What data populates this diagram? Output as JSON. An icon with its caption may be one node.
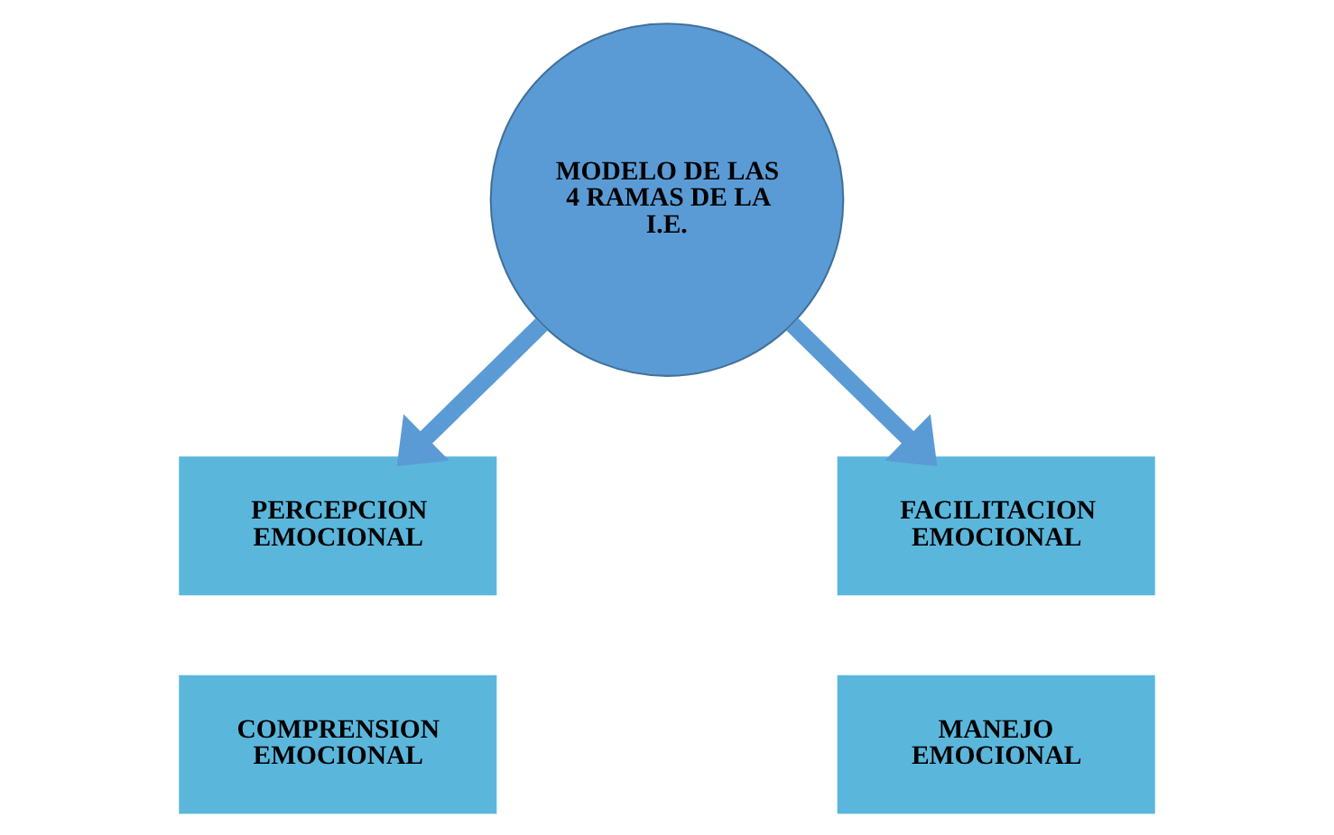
{
  "diagram": {
    "nodes": [
      {
        "text": [
          "MODELO DE LAS 4 RAMAS DE LA I.E."
        ]
      },
      {
        "text": [
          "PERCEPCION EMOCIONAL"
        ]
      },
      {
        "text": [
          "FACILITACION EMOCIONAL"
        ]
      },
      {
        "text": [
          "COMPRENSION EMOCIONAL"
        ]
      },
      {
        "text": [
          "MANEJO EMOCIONAL"
        ]
      }
    ],
    "edges": [
      {
        "from": 0,
        "to": 1,
        "arrow": "to"
      },
      {
        "from": 0,
        "to": 2,
        "arrow": "to"
      }
    ]
  }
}
